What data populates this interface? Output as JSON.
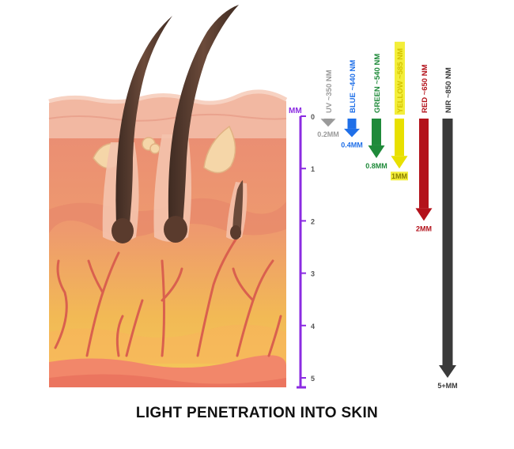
{
  "title": "LIGHT PENETRATION INTO SKIN",
  "scale": {
    "unit": "MM",
    "ticks": [
      "0",
      "1",
      "2",
      "3",
      "4",
      "5"
    ],
    "max_mm": 5,
    "color": "#8b2be2"
  },
  "wavelengths": [
    {
      "label": "UV ~350 NM",
      "depth_label": "0.2MM",
      "depth_mm": 0.2,
      "color": "#9a9a9a",
      "label_bg": ""
    },
    {
      "label": "BLUE ~440 NM",
      "depth_label": "0.4MM",
      "depth_mm": 0.4,
      "color": "#1f6fe8",
      "label_bg": ""
    },
    {
      "label": "GREEN ~540 NM",
      "depth_label": "0.8MM",
      "depth_mm": 0.8,
      "color": "#1f8a3a",
      "label_bg": ""
    },
    {
      "label": "YELLOW ~585 NM",
      "depth_label": "1MM",
      "depth_mm": 1.0,
      "color": "#e8e000",
      "label_bg": "#f3ee3a"
    },
    {
      "label": "RED ~650 NM",
      "depth_label": "2MM",
      "depth_mm": 2.0,
      "color": "#b3121b",
      "label_bg": ""
    },
    {
      "label": "NIR ~850 NM",
      "depth_label": "5+MM",
      "depth_mm": 5.0,
      "color": "#3a3a3a",
      "label_bg": ""
    }
  ]
}
